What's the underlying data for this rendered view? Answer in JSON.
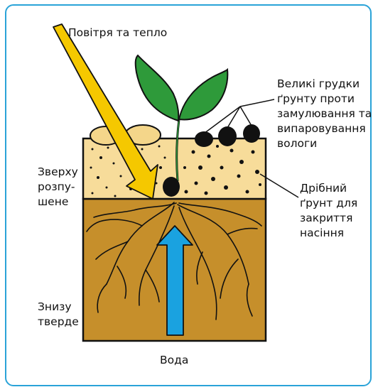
{
  "labels": {
    "air_heat": "Повітря та тепло",
    "big_clods": "Великі грудки\nґрунту проти\nзамулювання та\nвипаровування\nвологи",
    "top_loose": "Зверху\nрозпу-\nшене",
    "fine_soil": "Дрібний\nґрунт для\nзакриття\nнасіння",
    "bottom_firm": "Знизу\nтверде",
    "water": "Вода"
  },
  "colors": {
    "frame": "#2aa3d8",
    "loose_soil": "#f7dc9a",
    "firm_soil": "#c68f2b",
    "leaf": "#2e9a3a",
    "air_arrow": "#f5c800",
    "water_arrow": "#1aa2e0",
    "clod_light": "#f4d68a",
    "clod_dark": "#111111"
  },
  "icons": {
    "air_arrow": "yellow-arrow-icon",
    "water_arrow": "blue-arrow-up-icon",
    "seedling": "seedling-icon",
    "seed": "seed-icon"
  }
}
